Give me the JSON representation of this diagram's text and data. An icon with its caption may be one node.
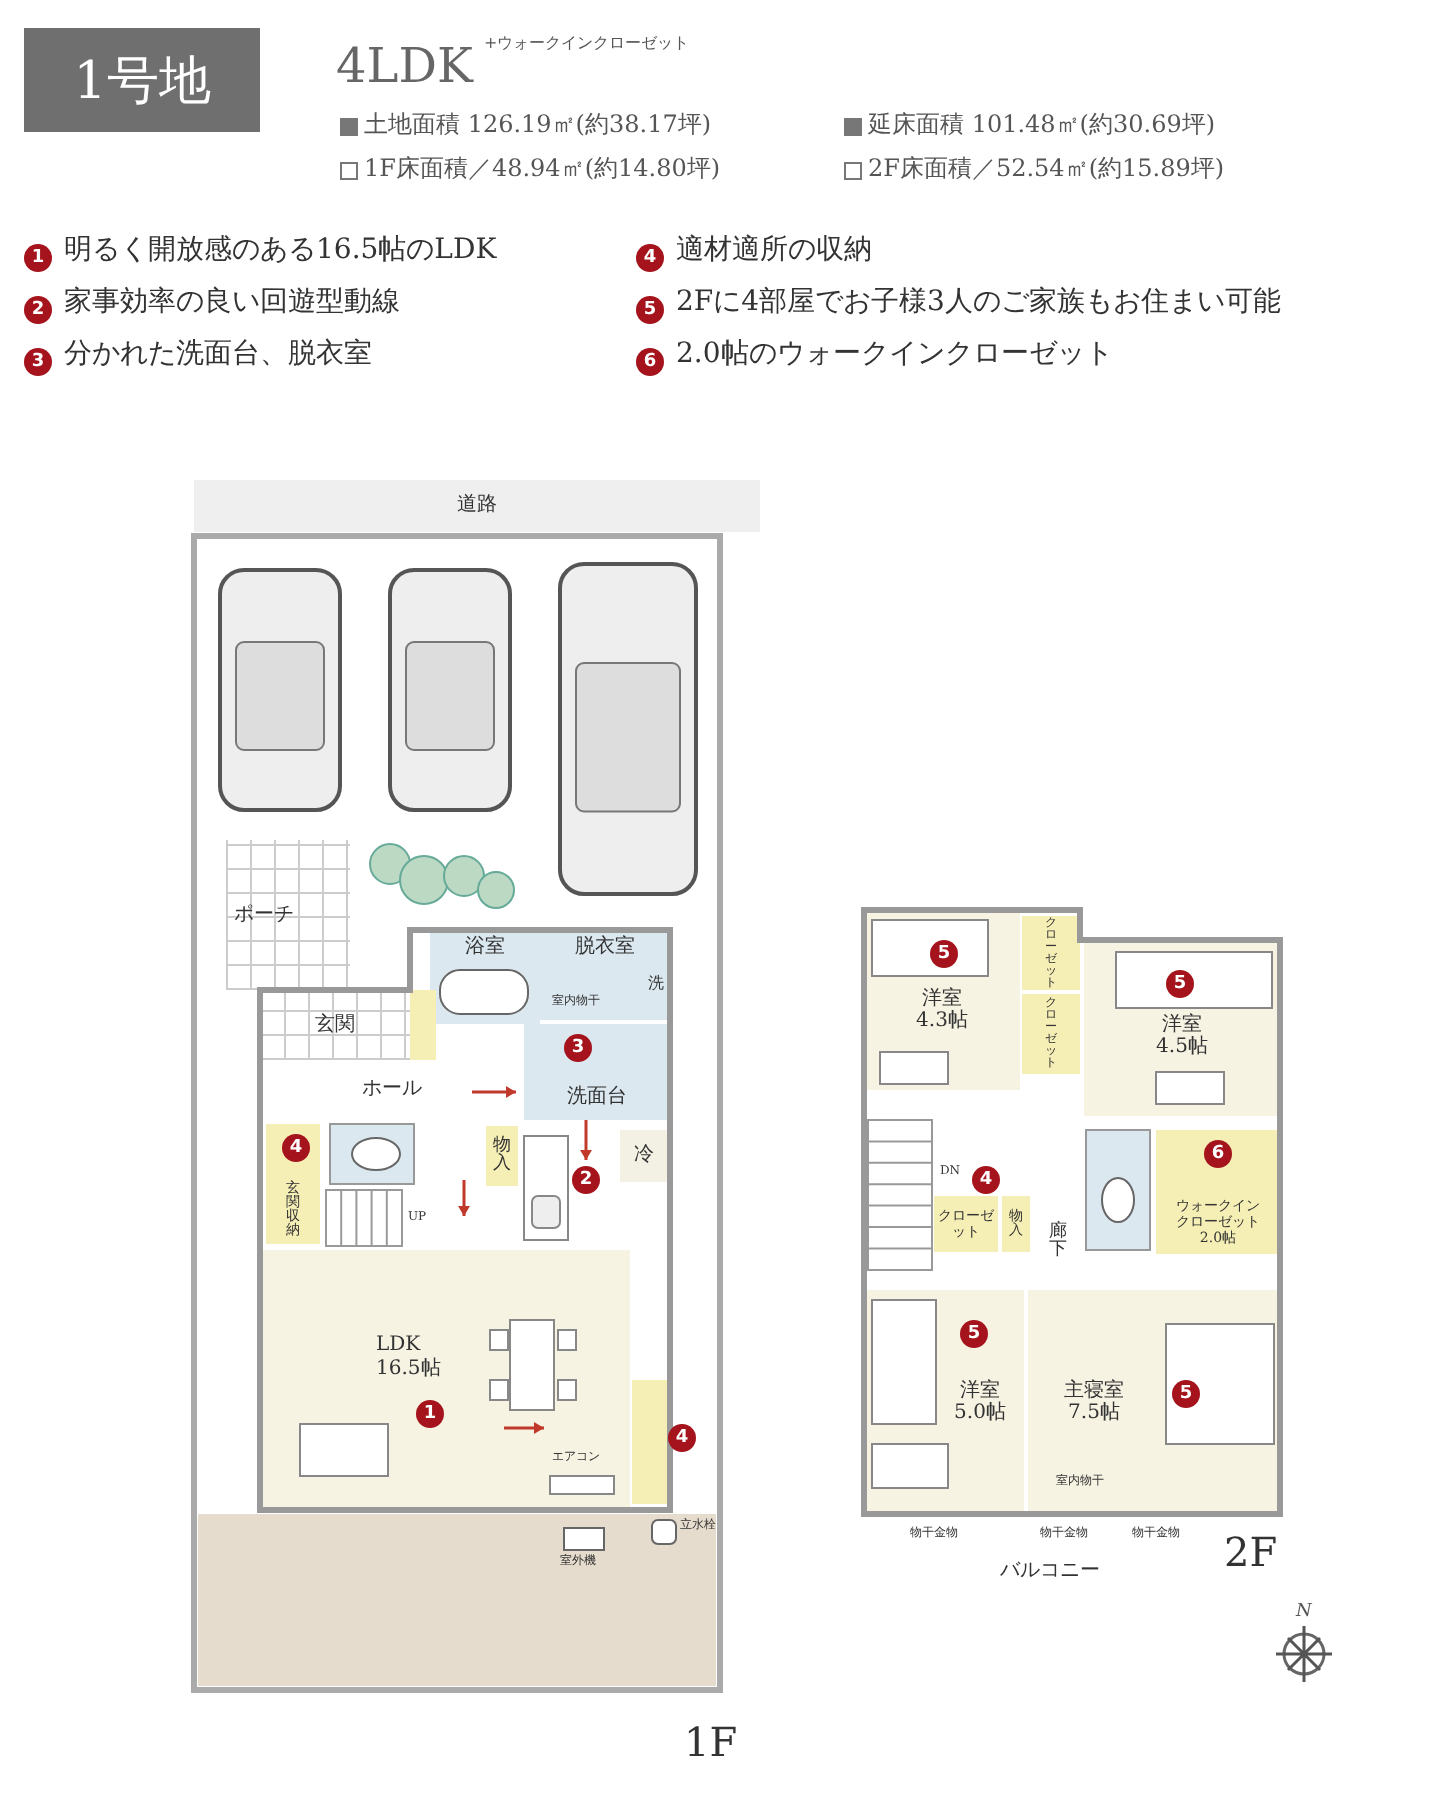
{
  "diagram": {
    "title": "1号地",
    "nodes": [
      {
        "text": [
          "道路"
        ]
      },
      {
        "text": [
          "ポーチ"
        ]
      },
      {
        "text": [
          "玄関"
        ]
      },
      {
        "text": [
          "浴室"
        ]
      },
      {
        "text": [
          "脱衣室"
        ]
      },
      {
        "text": [
          "ホール"
        ]
      },
      {
        "text": [
          "洗面台"
        ]
      },
      {
        "text": [
          "冷"
        ]
      },
      {
        "text": [
          "物入"
        ]
      },
      {
        "text": [
          "LDK",
          "16.5帖"
        ]
      },
      {
        "text": [
          "玄関収納"
        ]
      },
      {
        "text": [],
        "shape": "box"
      },
      {
        "text": [],
        "shape": "box"
      },
      {
        "text": [
          "洋室",
          "4.3帖"
        ]
      },
      {
        "text": [
          "洋室",
          "4.5帖"
        ]
      },
      {
        "text": [
          "クローゼット"
        ]
      },
      {
        "text": [
          "クローゼット"
        ]
      },
      {
        "text": [
          "クローゼット"
        ]
      },
      {
        "text": [
          "物入"
        ]
      },
      {
        "text": [
          "ウォークインクローゼット",
          "2.0帖"
        ]
      },
      {
        "text": [
          "廊下"
        ]
      },
      {
        "text": [
          "洋室",
          "5.0帖"
        ]
      },
      {
        "text": [
          "主寝室",
          "7.5帖"
        ]
      },
      {
        "text": [
          "バルコニー"
        ]
      }
    ],
    "labels": [
      "4LDK",
      "+ウォークインクローゼット",
      "土地面積 126.19㎡(約38.17坪)",
      "延床面積 101.48㎡(約30.69坪)",
      "1F床面積／48.94㎡(約14.80坪)",
      "2F床面積／52.54㎡(約15.89坪)",
      "1",
      "明るく開放感のある16.5帖のLDK",
      "4",
      "適材適所の収納",
      "2",
      "家事効率の良い回遊型動線",
      "5",
      "2Fに4部屋でお子様3人のご家族もお住まい可能",
      "3",
      "分かれた洗面台、脱衣室",
      "6",
      "2.0帖のウォークインクローゼット",
      "洗",
      "室内物干",
      "3",
      "4",
      "2",
      "UP",
      "1",
      "4",
      "エアコン",
      "室外機",
      "立水栓",
      "5",
      "5",
      "DN",
      "4",
      "6",
      "5",
      "5",
      "室内物干",
      "物干金物",
      "物干金物",
      "物干金物",
      "2F",
      "1F",
      "N"
    ]
  }
}
